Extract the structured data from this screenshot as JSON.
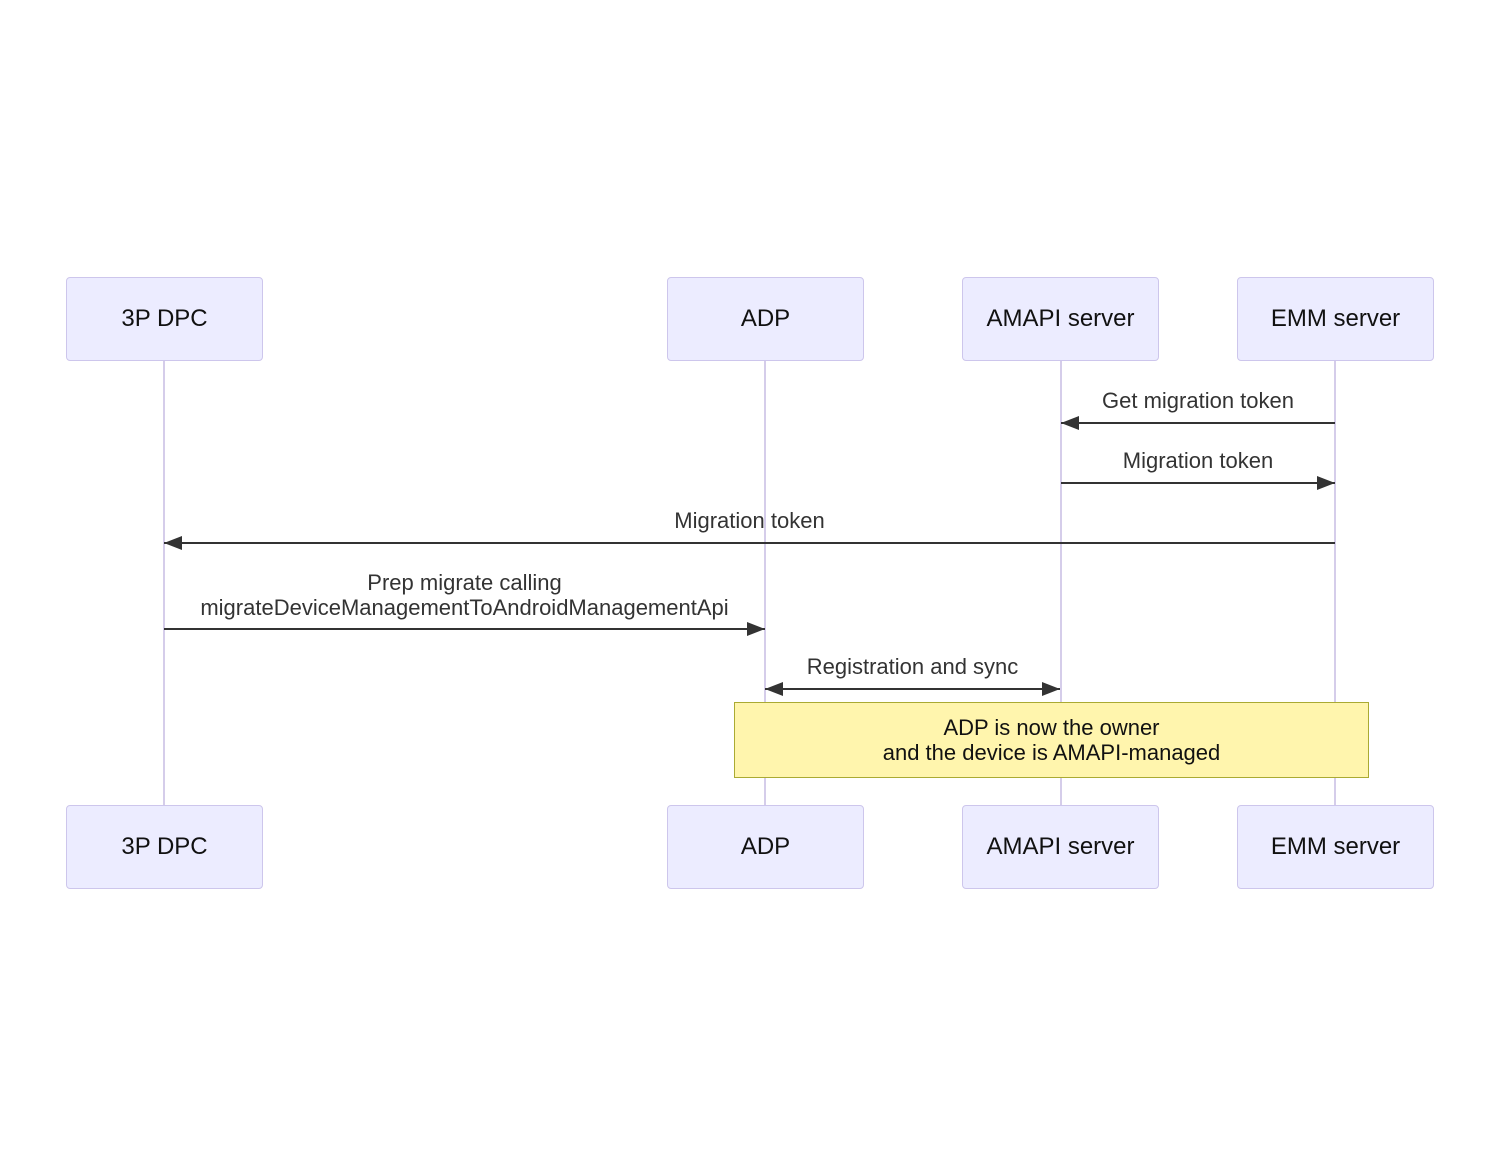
{
  "diagram": {
    "type": "sequence-diagram",
    "actors": [
      {
        "id": "3p-dpc",
        "label": "3P DPC"
      },
      {
        "id": "adp",
        "label": "ADP"
      },
      {
        "id": "amapi-server",
        "label": "AMAPI server"
      },
      {
        "id": "emm-server",
        "label": "EMM server"
      }
    ],
    "messages": [
      {
        "from": "EMM server",
        "to": "AMAPI server",
        "label": "Get migration token",
        "arrow": "left"
      },
      {
        "from": "AMAPI server",
        "to": "EMM server",
        "label": "Migration token",
        "arrow": "right"
      },
      {
        "from": "EMM server",
        "to": "3P DPC",
        "label": "Migration token",
        "arrow": "left"
      },
      {
        "from": "3P DPC",
        "to": "ADP",
        "label_lines": [
          "Prep migrate calling",
          "migrateDeviceManagementToAndroidManagementApi"
        ],
        "arrow": "right"
      },
      {
        "from": "ADP",
        "to": "AMAPI server",
        "label": "Registration and sync",
        "arrow": "both"
      }
    ],
    "note": {
      "lines": [
        "ADP is now the owner",
        "and the device is AMAPI-managed"
      ]
    },
    "colors": {
      "actor_fill": "#ECECFF",
      "actor_border": "#CDC6EC",
      "lifeline": "#D5CDEA",
      "arrow": "#333333",
      "message_text": "#333333",
      "note_fill": "#FFF5AD",
      "note_border": "#AAAA33"
    }
  }
}
